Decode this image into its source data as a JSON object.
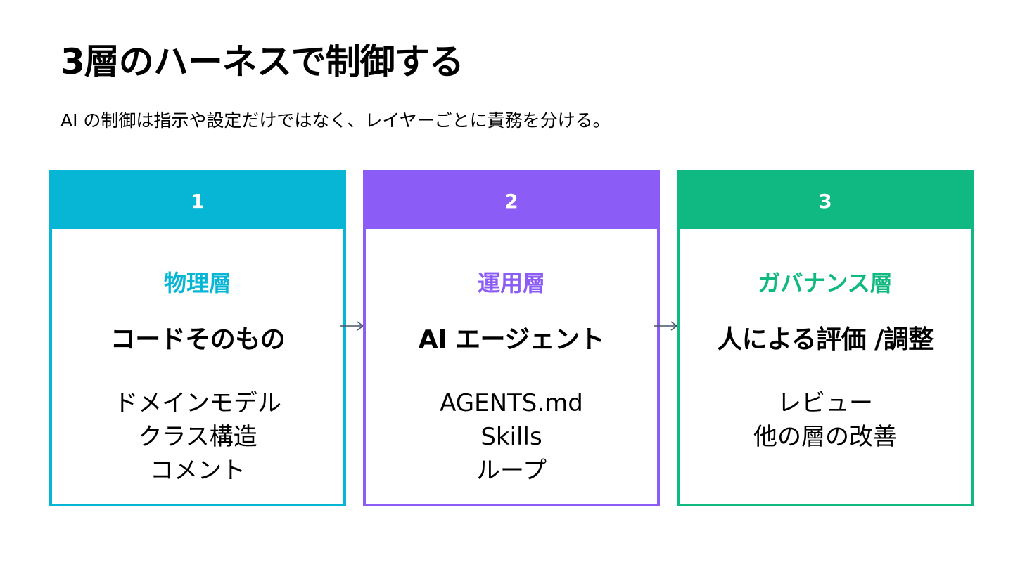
{
  "title": "3層のハーネスで制御する",
  "subtitle": "AI の制御は指示や設定だけではなく、レイヤーごとに責務を分ける。",
  "colors": {
    "layer1": "#06b6d4",
    "layer2": "#8b5cf6",
    "layer3": "#10b981",
    "arrow": "#475569"
  },
  "cards": [
    {
      "number": "1",
      "layer": "物理層",
      "role": "コードそのもの",
      "items": [
        "ドメインモデル",
        "クラス構造",
        "コメント"
      ]
    },
    {
      "number": "2",
      "layer": "運用層",
      "role": "AI エージェント",
      "items": [
        "AGENTS.md",
        "Skills",
        "ループ"
      ]
    },
    {
      "number": "3",
      "layer": "ガバナンス層",
      "role": "人による評価 /調整",
      "items": [
        "レビュー",
        "他の層の改善"
      ]
    }
  ]
}
